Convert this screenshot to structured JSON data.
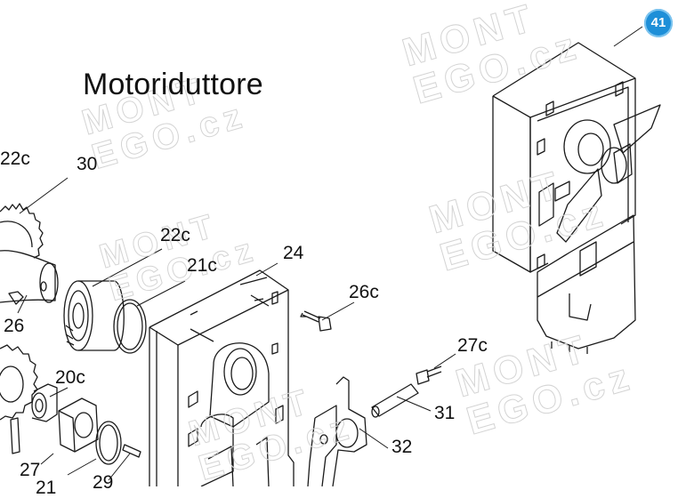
{
  "title": "Motoriduttore",
  "badge": "41",
  "callouts": {
    "c22c_top": "22c",
    "c30": "30",
    "c22c_mid": "22c",
    "c21c": "21c",
    "c24": "24",
    "c26c": "26c",
    "c26": "26",
    "c20c": "20c",
    "c27c": "27c",
    "c31": "31",
    "c32": "32",
    "c27": "27",
    "c29": "29",
    "c21": "21"
  },
  "watermark": {
    "line1": "MONT",
    "line2": "EGO.cz"
  },
  "colors": {
    "line": "#1a1a1a",
    "badge": "#1e8fd8",
    "watermark": "#d4d4d4"
  }
}
